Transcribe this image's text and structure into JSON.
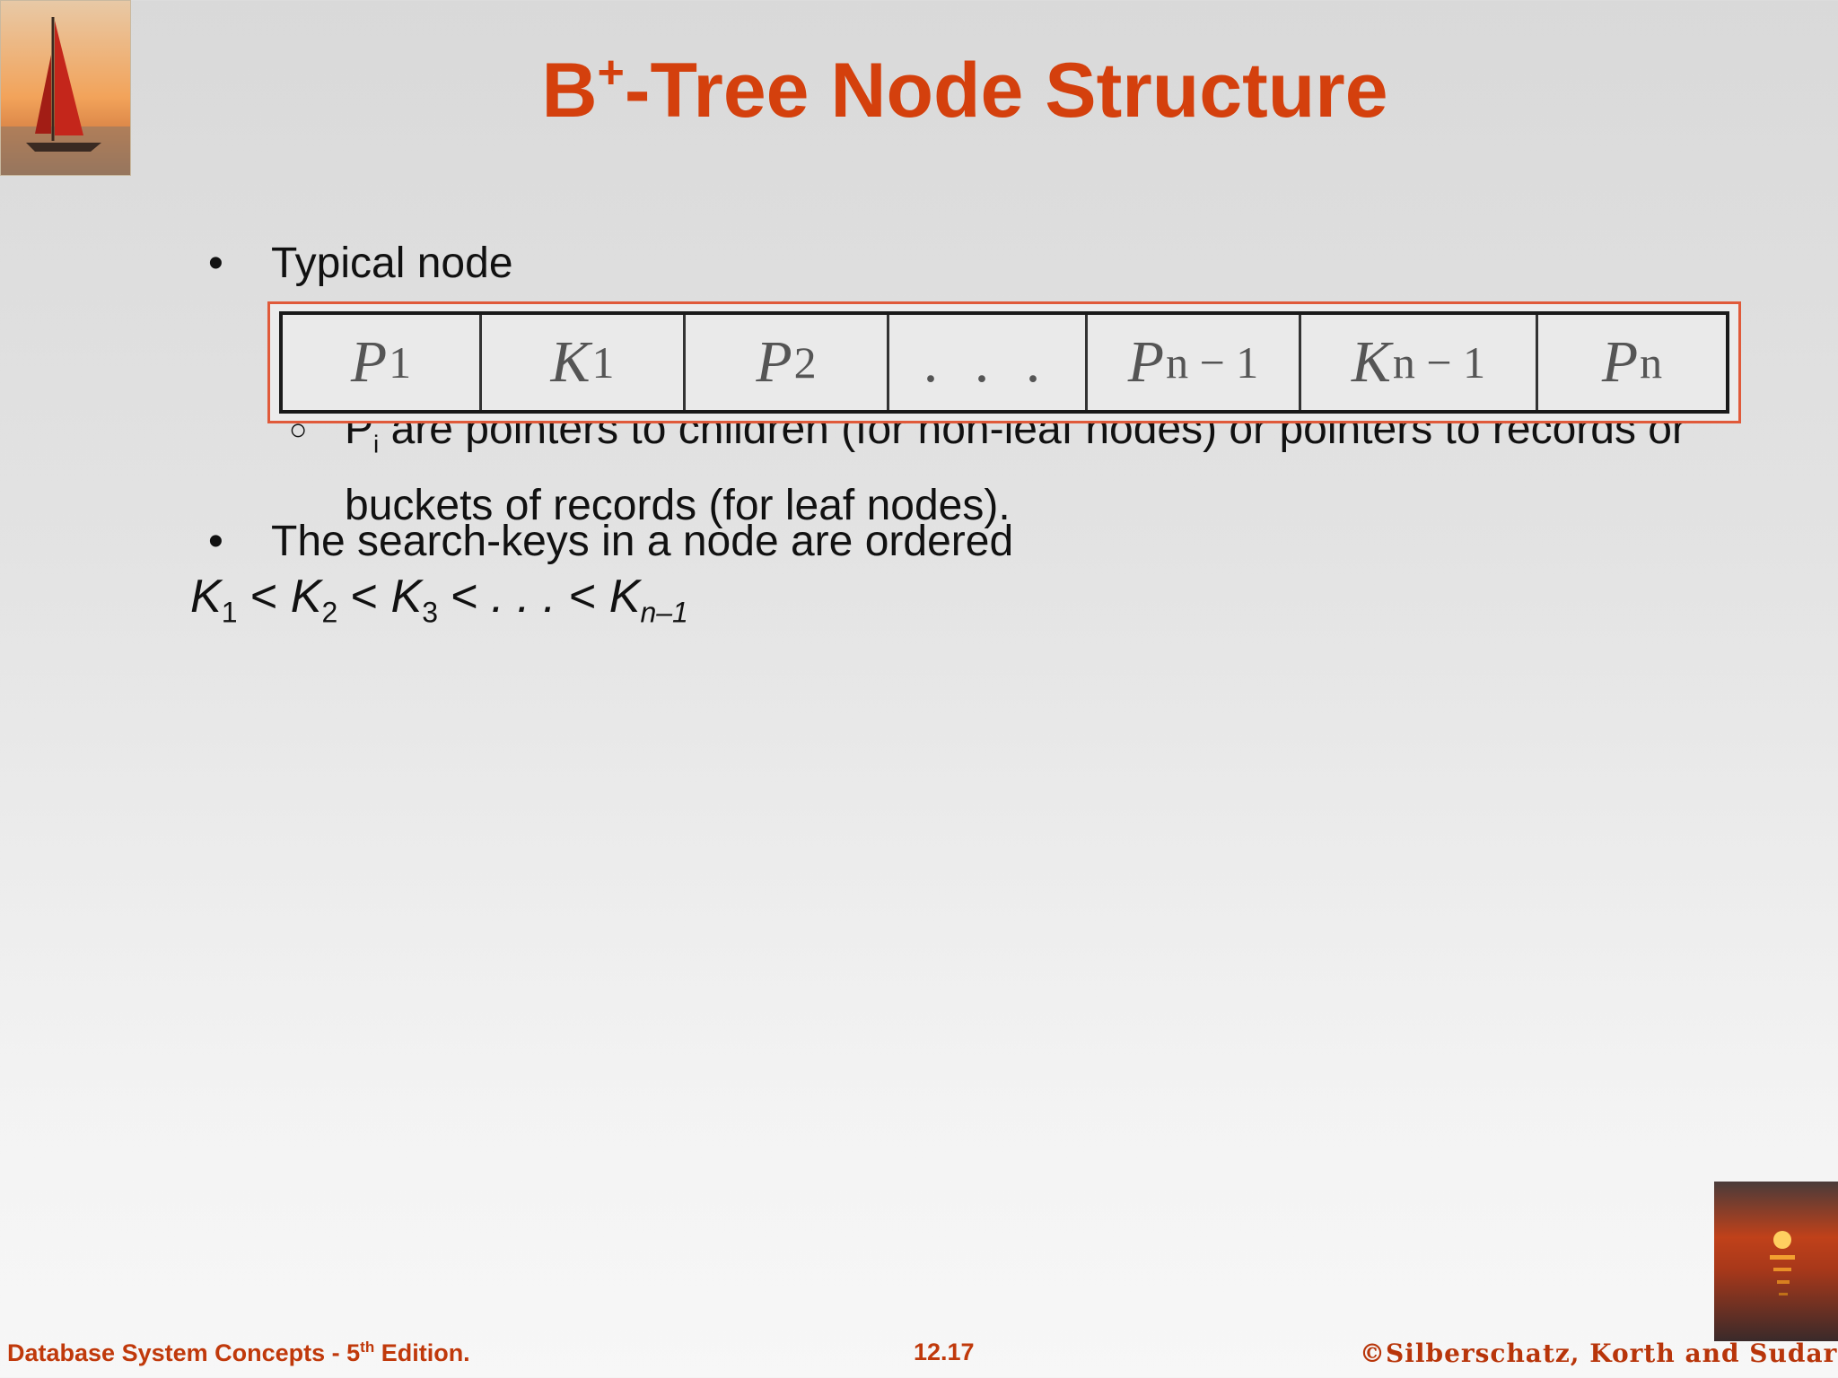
{
  "title": {
    "main": "B",
    "sup": "+",
    "rest": "-Tree Node Structure"
  },
  "bullets": [
    {
      "marker": "•",
      "text": "Typical node"
    },
    {
      "marker": "•",
      "text": "The search-keys in a node are ordered"
    }
  ],
  "node_cells": [
    {
      "base": "P",
      "sub": "1"
    },
    {
      "base": "K",
      "sub": "1"
    },
    {
      "base": "P",
      "sub": "2"
    },
    {
      "base": ". . .",
      "sub": ""
    },
    {
      "base": "P",
      "sub": "n − 1"
    },
    {
      "base": "K",
      "sub": "n − 1"
    },
    {
      "base": "P",
      "sub": "n"
    }
  ],
  "sub_bullet": {
    "marker": "○",
    "p": "P",
    "i": "i",
    "text": " are pointers to children (for non-leaf nodes) or pointers to records or buckets of records (for leaf nodes)."
  },
  "formula": {
    "k": "K",
    "lt": " < ",
    "s1": "1",
    "s2": "2",
    "s3": "3",
    "dots": ". . .",
    "sn": "n–1"
  },
  "footer": {
    "left_a": "Database System Concepts - 5",
    "left_sup": "th",
    "left_b": " Edition.",
    "page": "12.17",
    "right": "©Silberschatz, Korth and Sudarshan"
  },
  "colors": {
    "accent": "#d4400d",
    "node_border": "#e05a3a"
  },
  "icons": [
    "sailboat-logo-icon",
    "sunset-logo-icon"
  ]
}
